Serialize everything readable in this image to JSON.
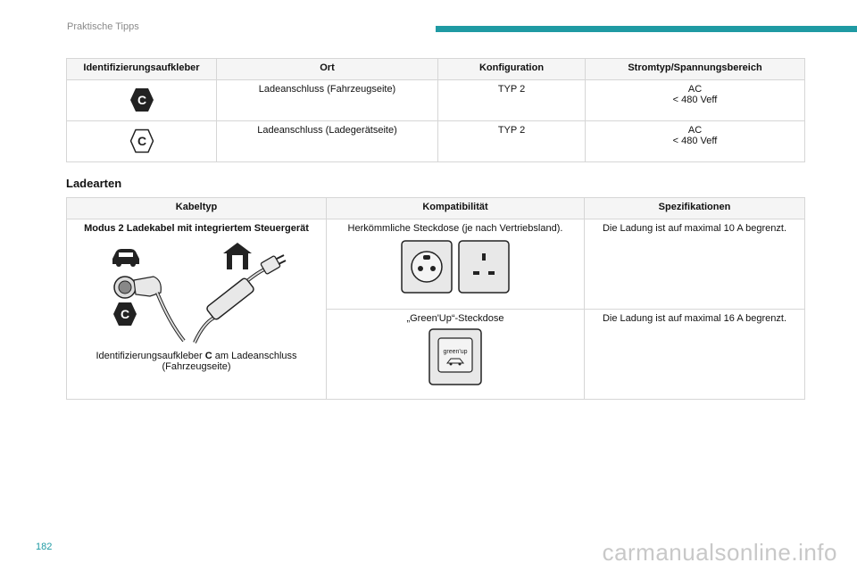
{
  "header": {
    "section_label": "Praktische Tipps"
  },
  "table1": {
    "headers": [
      "Identifizierungsaufkleber",
      "Ort",
      "Konfiguration",
      "Stromtyp/Spannungsbereich"
    ],
    "rows": [
      {
        "sticker_letter": "C",
        "location": "Ladeanschluss (Fahrzeugseite)",
        "config": "TYP 2",
        "current_type": "AC",
        "voltage": "< 480 Veff"
      },
      {
        "sticker_letter": "C",
        "location": "Ladeanschluss (Ladegerätseite)",
        "config": "TYP 2",
        "current_type": "AC",
        "voltage": "< 480 Veff"
      }
    ]
  },
  "section_title": "Ladearten",
  "table2": {
    "headers": [
      "Kabeltyp",
      "Kompatibilität",
      "Spezifikationen"
    ],
    "cable_type": "Modus 2 Ladekabel mit integriertem Steuergerät",
    "cable_caption_prefix": "Identifizierungsaufkleber",
    "cable_caption_letter": "C",
    "cable_caption_suffix": "am Ladeanschluss (Fahrzeugseite)",
    "sticker_letter": "C",
    "rows": [
      {
        "compatibility": "Herkömmliche Steckdose (je nach Vertriebsland).",
        "spec": "Die Ladung ist auf maximal 10 A begrenzt."
      },
      {
        "compatibility": "„Green'Up“-Steckdose",
        "spec": "Die Ladung ist auf maximal 16 A begrenzt.",
        "socket_text": "green'up"
      }
    ]
  },
  "footer": {
    "page_number": "182",
    "watermark": "carmanualsonline.info"
  }
}
